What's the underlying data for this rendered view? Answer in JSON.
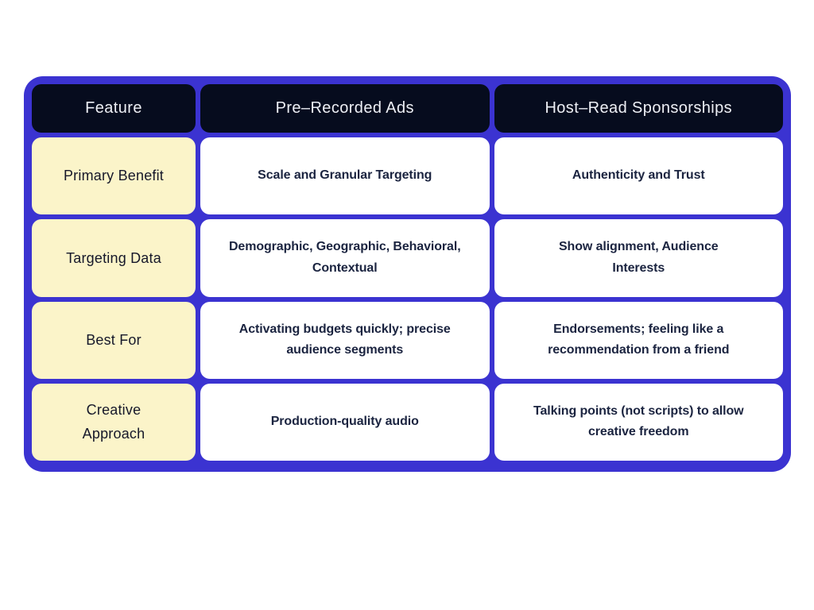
{
  "chart_data": {
    "type": "table",
    "columns": [
      "Feature",
      "Pre–Recorded Ads",
      "Host–Read Sponsorships"
    ],
    "rows": [
      [
        "Primary Benefit",
        "Scale and Granular Targeting",
        "Authenticity and Trust"
      ],
      [
        "Targeting Data",
        "Demographic, Geographic, Behavioral,\nContextual",
        "Show alignment, Audience\nInterests"
      ],
      [
        "Best For",
        "Activating budgets quickly; precise\naudience segments",
        "Endorsements; feeling like a\nrecommendation from a friend"
      ],
      [
        "Creative\nApproach",
        "Production-quality audio",
        "Talking points (not scripts) to allow\ncreative freedom"
      ]
    ],
    "layout": {
      "header_position": "top-row",
      "feature_column_position": "left"
    }
  },
  "colors": {
    "frame_blue": "#3b33d1",
    "header_bg": "#060c1e",
    "header_text": "#edeff5",
    "feature_bg": "#fbf4c9",
    "feature_text": "#16182a",
    "cell_bg": "#ffffff",
    "cell_text": "#1b2440",
    "page_bg": "#ffffff"
  }
}
